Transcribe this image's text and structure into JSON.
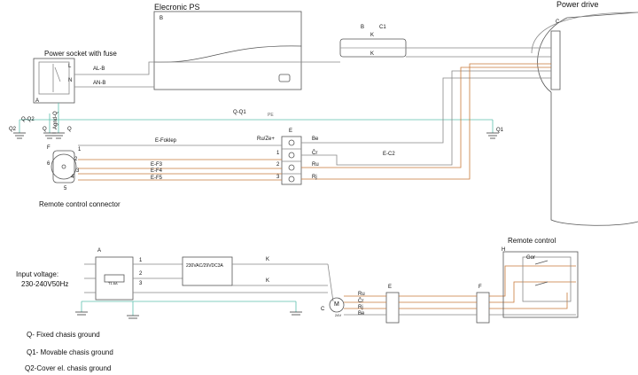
{
  "top": {
    "power_socket_title": "Power socket with fuse",
    "socket_L": "L",
    "socket_N": "N",
    "socket_A": "A",
    "wire_al_b": "AL-B",
    "wire_an_b": "AN-B",
    "ps_title": "Elecronic PS",
    "ps_B": "B",
    "drive_title": "Power drive",
    "drive_C": "C",
    "conn_B": "B",
    "conn_C1": "C1",
    "conn_K1": "K",
    "conn_K2": "K",
    "q_q2": "Q-Q2",
    "q2": "Q2",
    "q_a": "Q",
    "q_b": "Q",
    "agnd": "Agnd-Q",
    "q_q1": "Q-Q1",
    "q_q1_tag": "PE",
    "q1": "Q1",
    "e_foklep": "E-Foklep",
    "ru_ze": "Ru/Ze+",
    "be": "Be",
    "e_label": "E",
    "cr": "Čr",
    "ru": "Ru",
    "rj": "Rj",
    "e_c2": "E-C2",
    "e_f3": "E-F3",
    "e_f4": "E-F4",
    "e_f5": "E-F5",
    "term_1": "1",
    "term_2": "2",
    "term_3": "3",
    "conn_F": "F",
    "conn_1": "1",
    "conn_2": "2",
    "conn_3": "3",
    "conn_4": "4",
    "conn_5": "5",
    "conn_6": "6",
    "remote_conn_title": "Remote control connector"
  },
  "bottom": {
    "input_voltage_1": "Input voltage:",
    "input_voltage_2": "230-240V50Hz",
    "box_A": "A",
    "fuse": "T1.6A",
    "t1": "1",
    "t2": "2",
    "t3": "3",
    "converter": "230VAC/29VDC3A",
    "k1": "K",
    "k2": "K",
    "motor_C": "C",
    "motor_M": "M",
    "motor_v": "24V",
    "w_ru": "Ru",
    "w_cr": "Čr",
    "w_rj": "Rj",
    "w_be": "Be",
    "block_E": "E",
    "block_F": "F",
    "remote_title": "Remote control",
    "remote_H": "H",
    "remote_gor": "Gor"
  },
  "legend": {
    "q": "Q- Fixed chasis ground",
    "q1": "Q1- Movable chasis ground",
    "q2": "Q2-Cover el. chasis ground"
  }
}
